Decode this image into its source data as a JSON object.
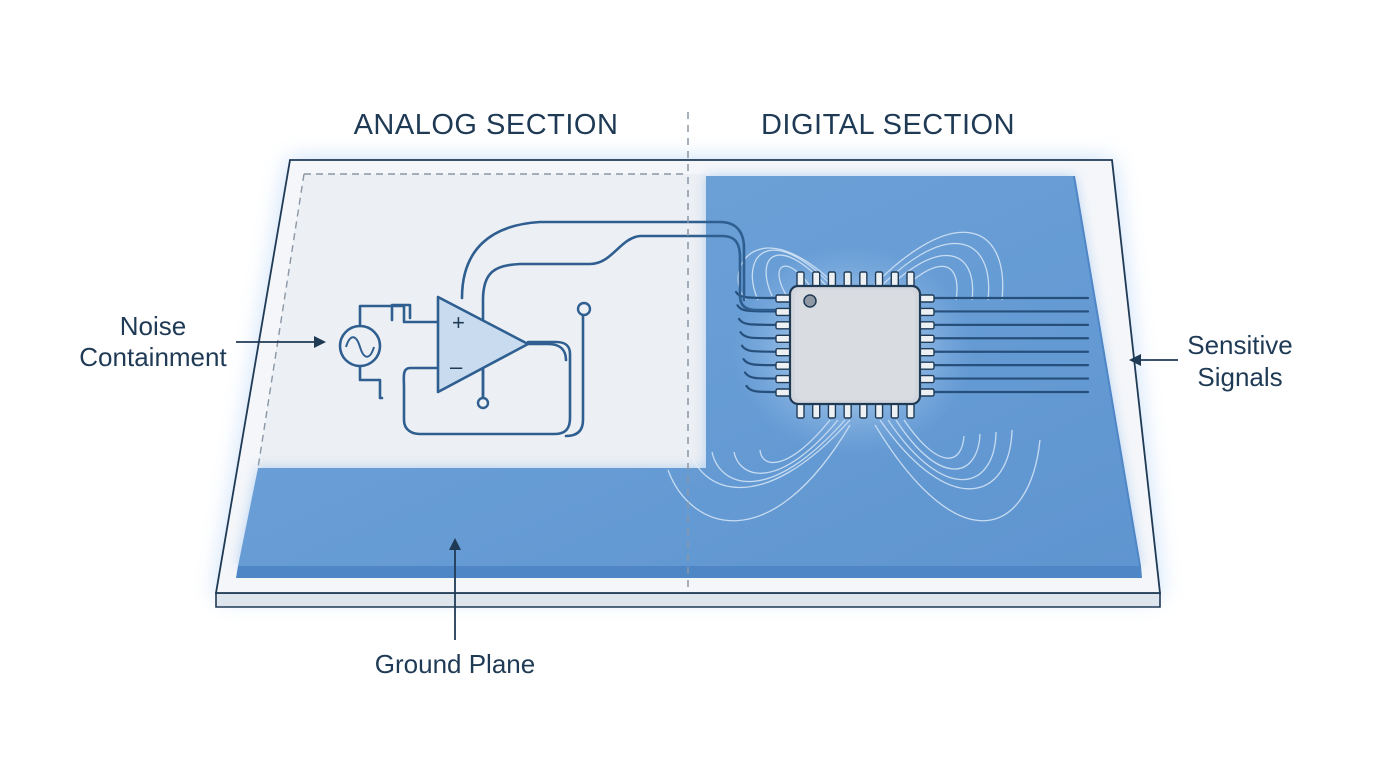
{
  "labels": {
    "analog_section": "ANALOG SECTION",
    "digital_section": "DIGITAL SECTION",
    "noise_containment_line1": "Noise",
    "noise_containment_line2": "Containment",
    "sensitive_signals_line1": "Sensitive",
    "sensitive_signals_line2": "Signals",
    "ground_plane": "Ground Plane"
  },
  "components": {
    "opamp_plus": "+",
    "opamp_minus": "–",
    "chip_pins_per_side": 8,
    "digital_traces": 8
  },
  "icons": {
    "source": "ac-source-icon",
    "opamp": "op-amp-icon",
    "chip": "ic-chip-icon"
  },
  "colors": {
    "ink": "#1f3a55",
    "trace": "#2f5f91",
    "board_light": "#f4f6f9",
    "analog_zone": "#eceff3",
    "plane_blue": "#6a9fd5",
    "plane_deep": "#4f86c6",
    "glow": "#7fb2f0",
    "chip_body": "#d3d7dd"
  }
}
